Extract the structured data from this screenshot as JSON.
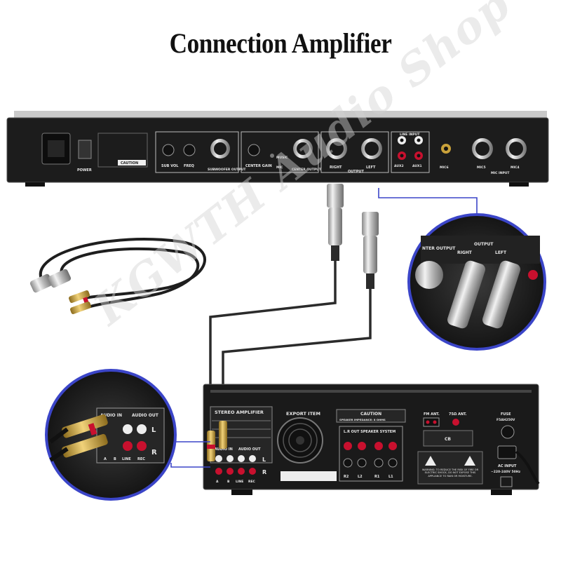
{
  "title": "Connection Amplifier",
  "watermark": "KGWTH Audio Shop",
  "colors": {
    "link_line": "#3b45c8",
    "chassis": "#1b1b1b",
    "panel": "#2a2a2a",
    "rca_red": "#c8102e",
    "gold": "#c9a13a"
  },
  "processor": {
    "labels": {
      "power": "POWER",
      "caution": "CAUTION",
      "sub_vol": "SUB VOL",
      "freq": "FREQ",
      "subwoofer_output": "SUBWOOFER OUTPUT",
      "center_gain": "CENTER GAIN",
      "music": "MUSIC",
      "mic": "MIC",
      "center_output": "CENTER OUTPUT",
      "right": "RIGHT",
      "left": "LEFT",
      "output": "OUTPUT",
      "line_input": "LINE INPUT",
      "aux2": "AUX2",
      "aux1": "AUX1",
      "mic6": "MIC6",
      "mic5": "MIC5",
      "mic4": "MIC4",
      "mic_input": "MIC INPUT"
    }
  },
  "zoom_top": {
    "labels": {
      "center_output": "NTER OUTPUT",
      "output": "OUTPUT",
      "right": "RIGHT",
      "left": "LEFT"
    }
  },
  "zoom_bottom": {
    "labels": {
      "audio_in": "AUDIO IN",
      "audio_out": "AUDIO OUT",
      "l": "L",
      "r": "R",
      "a": "A",
      "b": "B",
      "line": "LINE",
      "rec": "REC"
    }
  },
  "amplifier": {
    "labels": {
      "stereo_amplifier": "STEREO AMPLIFIER",
      "export_item": "EXPORT ITEM",
      "caution": "CAUTION",
      "speaker_impedance": "SPEAKER IMPEDANCE: 8 OHMS",
      "lr_out_speaker_system": "L.R OUT SPEAKER SYSTEM",
      "audio_in": "AUDIO IN",
      "audio_out": "AUDIO OUT",
      "a": "A",
      "b": "B",
      "line": "LINE",
      "rec": "REC",
      "l": "L",
      "r": "R",
      "r2": "R2",
      "l2": "L2",
      "r1": "R1",
      "l1": "L1",
      "fm_ant": "FM ANT.",
      "ant_75": "75Ω ANT.",
      "fuse": "FUSE",
      "fuse_rating": "F5AH250V",
      "ac_input": "AC INPUT",
      "ac_rating": "~220-240V 50Hz",
      "cb": "CB",
      "warning": "WARNING: TO REDUCE THE RISK OF FIRE OR ELECTRIC SHOCK, DO NOT EXPOSE THIS APPLIANCE TO RAIN OR MOISTURE."
    }
  }
}
